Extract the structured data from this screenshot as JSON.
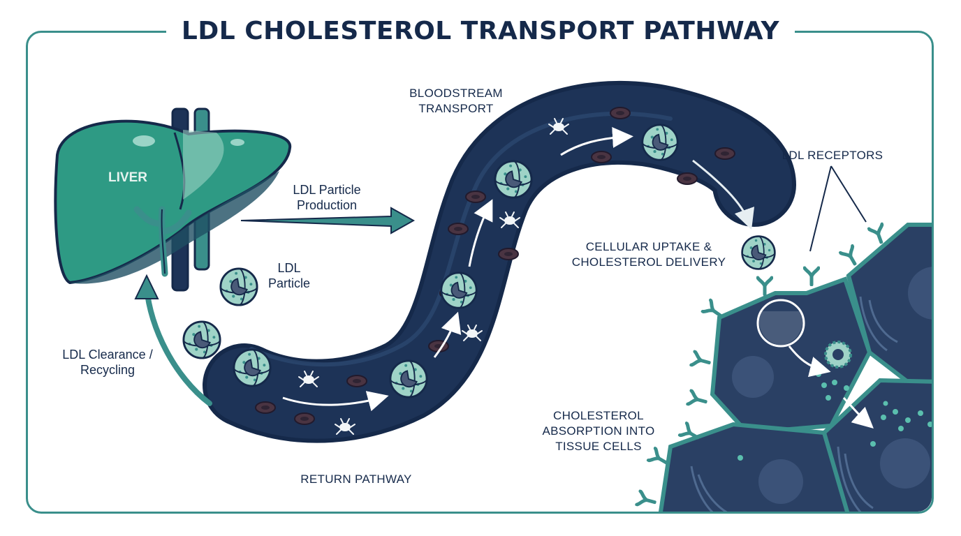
{
  "title": "LDL CHOLESTEROL TRANSPORT PATHWAY",
  "labels": {
    "liver": "LIVER",
    "ldl_particle_production": "LDL Particle Production",
    "ldl_particle": "LDL Particle",
    "bloodstream_transport": "BLOODSTREAM TRANSPORT",
    "ldl_receptors": "LDL RECEPTORS",
    "cellular_uptake": "CELLULAR UPTAKE & CHOLESTEROL DELIVERY",
    "ldl_clearance": "LDL Clearance / Recycling",
    "cholesterol_absorption": "CHOLESTEROL ABSORPTION INTO TISSUE CELLS",
    "return_pathway": "RETURN PATHWAY"
  },
  "colors": {
    "navy": "#15294a",
    "vessel": "#1d3357",
    "teal": "#3a8f8b",
    "liver_teal": "#2e9a84",
    "particle": "#9fd3c7",
    "cell_fill": "#2a4064",
    "rbc": "#5a3b47"
  },
  "icons": [
    "liver-icon",
    "ldl-particle-icon",
    "blood-vessel-icon",
    "red-blood-cell-icon",
    "platelet-icon",
    "ldl-receptor-icon",
    "tissue-cell-icon",
    "arrow-icon"
  ]
}
